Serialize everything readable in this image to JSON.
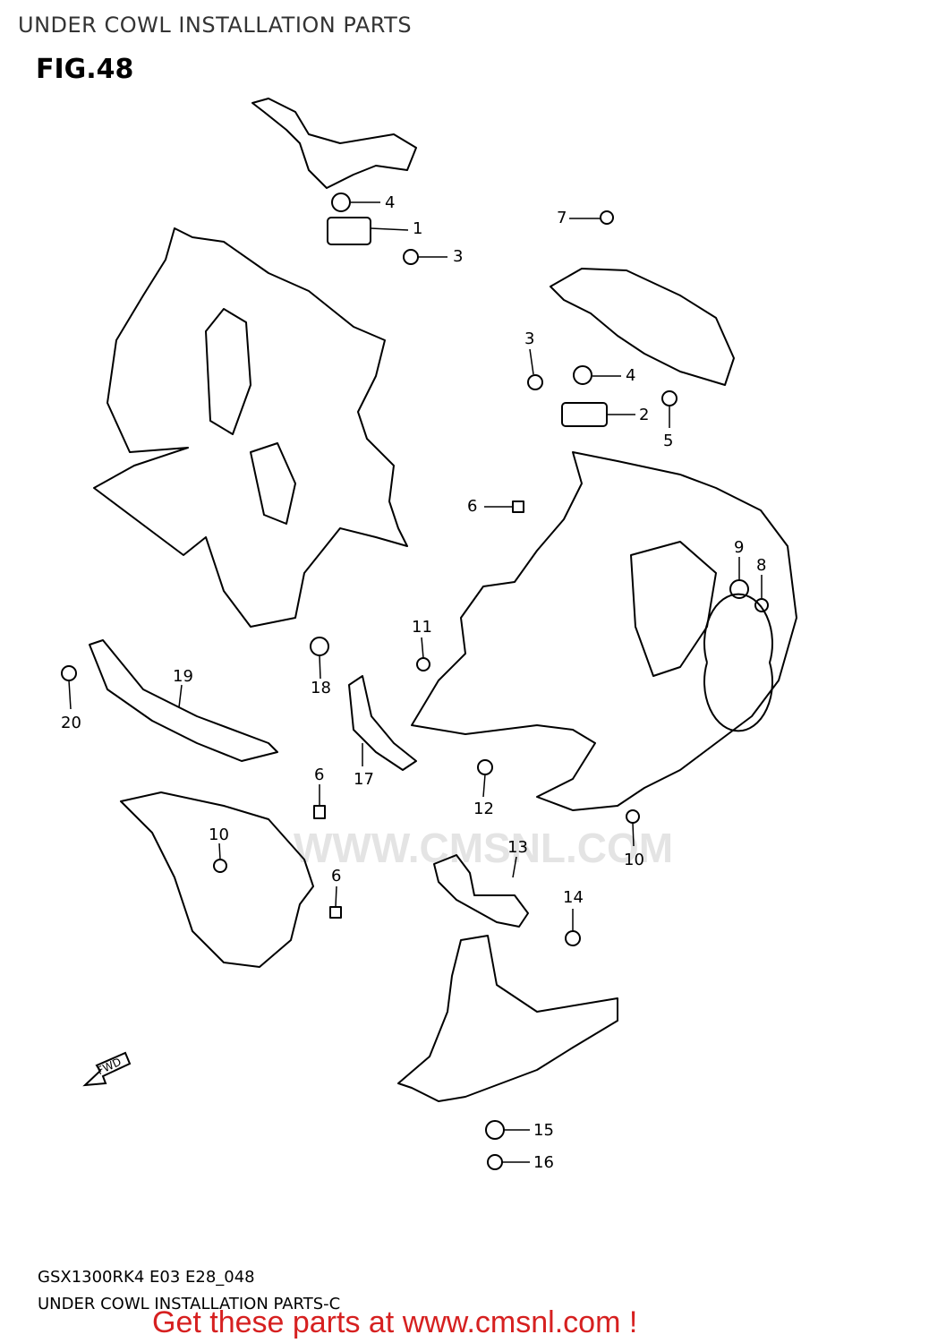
{
  "header": {
    "title": "UNDER COWL INSTALLATION PARTS",
    "figure": "FIG.48"
  },
  "callouts": [
    {
      "id": "c1",
      "label": "1"
    },
    {
      "id": "c2",
      "label": "2"
    },
    {
      "id": "c3a",
      "label": "3"
    },
    {
      "id": "c3b",
      "label": "3"
    },
    {
      "id": "c4a",
      "label": "4"
    },
    {
      "id": "c4b",
      "label": "4"
    },
    {
      "id": "c5",
      "label": "5"
    },
    {
      "id": "c6a",
      "label": "6"
    },
    {
      "id": "c6b",
      "label": "6"
    },
    {
      "id": "c6c",
      "label": "6"
    },
    {
      "id": "c7",
      "label": "7"
    },
    {
      "id": "c8",
      "label": "8"
    },
    {
      "id": "c9",
      "label": "9"
    },
    {
      "id": "c10a",
      "label": "10"
    },
    {
      "id": "c10b",
      "label": "10"
    },
    {
      "id": "c11",
      "label": "11"
    },
    {
      "id": "c12",
      "label": "12"
    },
    {
      "id": "c13",
      "label": "13"
    },
    {
      "id": "c14",
      "label": "14"
    },
    {
      "id": "c15",
      "label": "15"
    },
    {
      "id": "c16",
      "label": "16"
    },
    {
      "id": "c17",
      "label": "17"
    },
    {
      "id": "c18",
      "label": "18"
    },
    {
      "id": "c19",
      "label": "19"
    },
    {
      "id": "c20",
      "label": "20"
    }
  ],
  "watermark": "WWW.CMSNL.COM",
  "fwd_label": "FWD",
  "footer": {
    "model_code": "GSX1300RK4 E03 E28_048",
    "name": "UNDER COWL INSTALLATION PARTS-C",
    "cta": "Get these parts at www.cmsnl.com !"
  },
  "colors": {
    "line": "#000000",
    "cta": "#d62020",
    "watermark": "#e4e4e4"
  }
}
